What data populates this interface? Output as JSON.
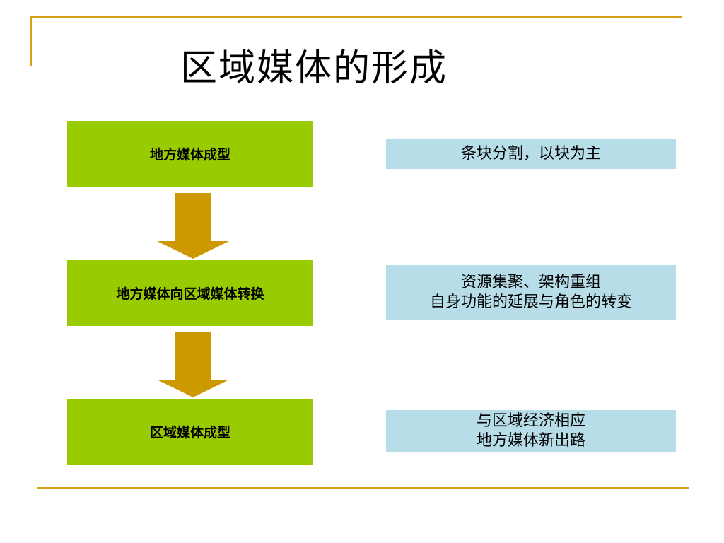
{
  "slide": {
    "title": "区域媒体的形成",
    "steps": [
      {
        "label": "地方媒体成型"
      },
      {
        "label": "地方媒体向区域媒体转换"
      },
      {
        "label": "区域媒体成型"
      }
    ],
    "notes": [
      {
        "lines": [
          "条块分割，以块为主"
        ]
      },
      {
        "lines": [
          "资源集聚、架构重组",
          "自身功能的延展与角色的转变"
        ]
      },
      {
        "lines": [
          "与区域经济相应",
          "地方媒体新出路"
        ]
      }
    ]
  },
  "colors": {
    "frame": "#d4a017",
    "step_fill": "#99cc00",
    "arrow_fill": "#cc9900",
    "note_fill": "#b7dde8"
  }
}
